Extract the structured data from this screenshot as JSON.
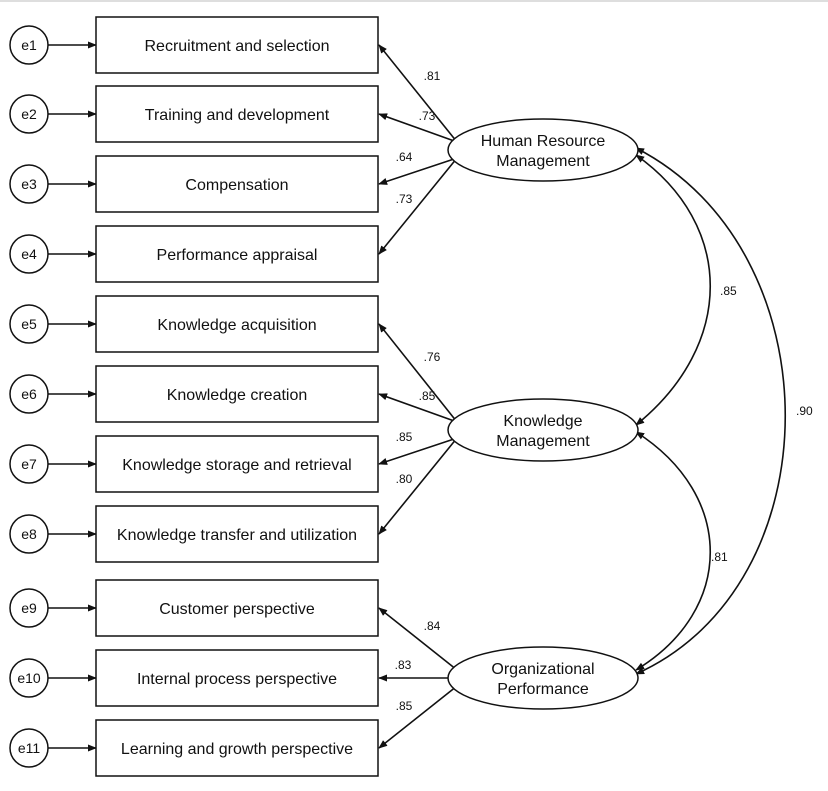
{
  "errors": [
    "e1",
    "e2",
    "e3",
    "e4",
    "e5",
    "e6",
    "e7",
    "e8",
    "e9",
    "e10",
    "e11"
  ],
  "indicators": [
    "Recruitment and selection",
    "Training and development",
    "Compensation",
    "Performance appraisal",
    "Knowledge acquisition",
    "Knowledge creation",
    "Knowledge storage and retrieval",
    "Knowledge transfer and utilization",
    "Customer perspective",
    "Internal process perspective",
    "Learning and growth perspective"
  ],
  "latents": [
    {
      "line1": "Human Resource",
      "line2": "Management"
    },
    {
      "line1": "Knowledge",
      "line2": "Management"
    },
    {
      "line1": "Organizational",
      "line2": "Performance"
    }
  ],
  "loadings": [
    ".81",
    ".73",
    ".64",
    ".73",
    ".76",
    ".85",
    ".85",
    ".80",
    ".84",
    ".83",
    ".85"
  ],
  "correlations": {
    "hrm_km": ".85",
    "km_op": ".81",
    "hrm_op": ".90"
  }
}
